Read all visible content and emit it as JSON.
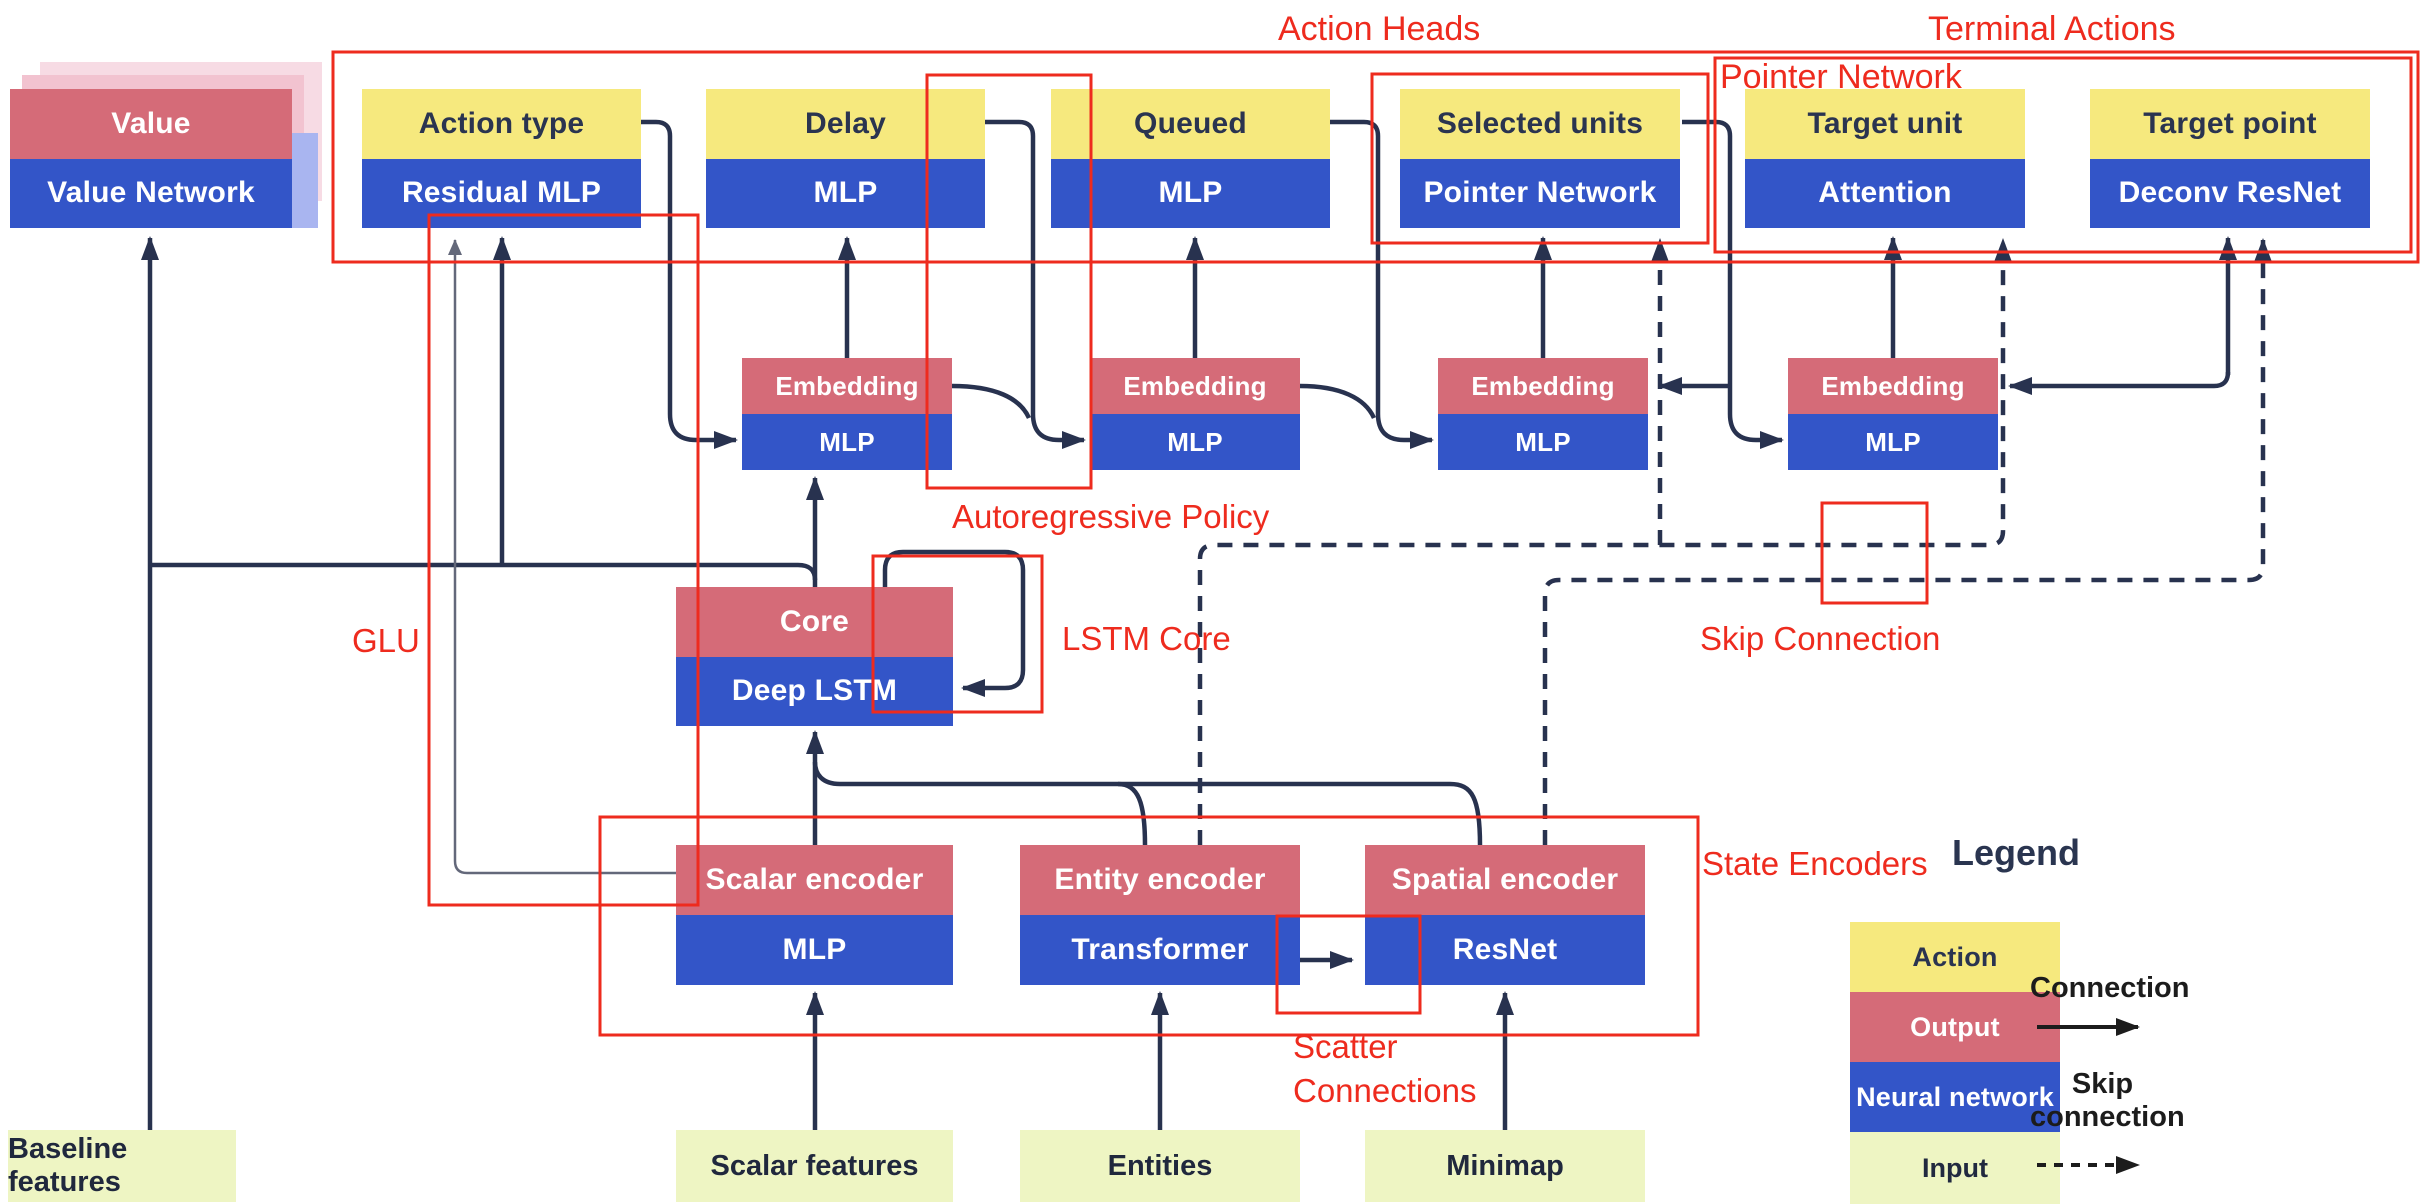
{
  "palette": {
    "action_yellow": "#f6e97e",
    "output_red": "#d56b78",
    "network_blue": "#3355c8",
    "input_green": "#eef5c3",
    "annotation_red": "#ee2b1e",
    "wire_navy": "#28324f",
    "glu_gray": "#63687a",
    "ghost_pink_light": "#f7dbe4",
    "ghost_pink": "#f2c3d0",
    "ghost_blue": "#a9b5f0"
  },
  "annotations": {
    "action_heads": "Action Heads",
    "terminal_actions": "Terminal Actions",
    "pointer_network": "Pointer Network",
    "autoregressive_policy": "Autoregressive Policy",
    "glu": "GLU",
    "lstm_core": "LSTM Core",
    "skip_connection": "Skip Connection",
    "state_encoders": "State Encoders",
    "scatter_line1": "Scatter",
    "scatter_line2": "Connections"
  },
  "nodes": {
    "value": {
      "top": "Value",
      "bottom": "Value Network"
    },
    "action_type": {
      "top": "Action type",
      "bottom": "Residual MLP"
    },
    "delay": {
      "top": "Delay",
      "bottom": "MLP"
    },
    "queued": {
      "top": "Queued",
      "bottom": "MLP"
    },
    "selected_units": {
      "top": "Selected units",
      "bottom": "Pointer Network"
    },
    "target_unit": {
      "top": "Target unit",
      "bottom": "Attention"
    },
    "target_point": {
      "top": "Target point",
      "bottom": "Deconv ResNet"
    },
    "embedding1": {
      "top": "Embedding",
      "bottom": "MLP"
    },
    "embedding2": {
      "top": "Embedding",
      "bottom": "MLP"
    },
    "embedding3": {
      "top": "Embedding",
      "bottom": "MLP"
    },
    "embedding4": {
      "top": "Embedding",
      "bottom": "MLP"
    },
    "core": {
      "top": "Core",
      "bottom": "Deep LSTM"
    },
    "scalar_encoder": {
      "top": "Scalar encoder",
      "bottom": "MLP"
    },
    "entity_encoder": {
      "top": "Entity encoder",
      "bottom": "Transformer"
    },
    "spatial_encoder": {
      "top": "Spatial encoder",
      "bottom": "ResNet"
    }
  },
  "inputs": {
    "baseline": "Baseline features",
    "scalar": "Scalar features",
    "entities": "Entities",
    "minimap": "Minimap"
  },
  "legend": {
    "title": "Legend",
    "items": [
      {
        "label": "Action",
        "type": "action"
      },
      {
        "label": "Output",
        "type": "output"
      },
      {
        "label": "Neural network",
        "type": "network"
      },
      {
        "label": "Input",
        "type": "input"
      }
    ],
    "connection_label": "Connection",
    "skip_line1": "Skip",
    "skip_line2": "connection"
  }
}
